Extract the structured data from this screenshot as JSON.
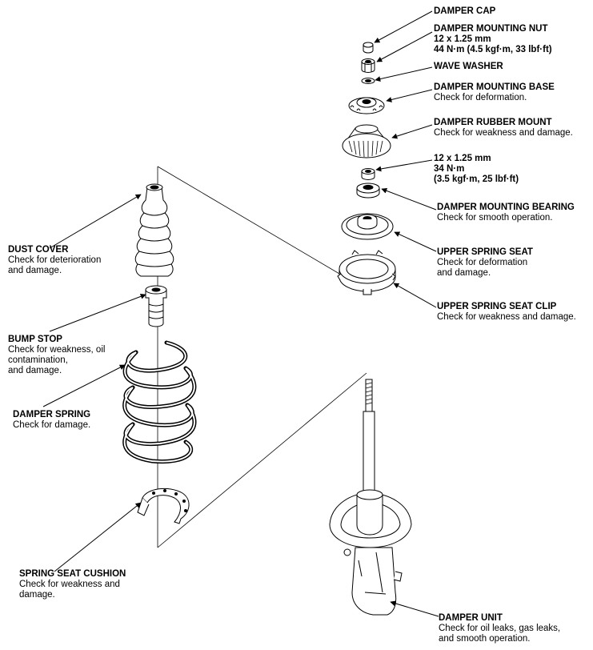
{
  "labels": {
    "damper_cap": {
      "title": "DAMPER CAP"
    },
    "damper_mounting_nut": {
      "title": "DAMPER MOUNTING NUT",
      "spec_1": "12 x 1.25 mm",
      "spec_2": "44 N·m (4.5 kgf·m, 33 lbf·ft)"
    },
    "wave_washer": {
      "title": "WAVE WASHER"
    },
    "damper_mounting_base": {
      "title": "DAMPER MOUNTING BASE",
      "desc_1": "Check for deformation."
    },
    "damper_rubber_mount": {
      "title": "DAMPER RUBBER MOUNT",
      "desc_1": "Check for weakness and damage."
    },
    "lock_nut": {
      "spec_1": "12 x 1.25 mm",
      "spec_2": "34 N·m",
      "spec_3": "(3.5 kgf·m, 25 lbf·ft)"
    },
    "damper_mounting_bearing": {
      "title": "DAMPER MOUNTING BEARING",
      "desc_1": "Check for smooth operation."
    },
    "upper_spring_seat": {
      "title": "UPPER SPRING SEAT",
      "desc_1": "Check for deformation",
      "desc_2": "and damage."
    },
    "upper_spring_seat_clip": {
      "title": "UPPER SPRING SEAT CLIP",
      "desc_1": "Check for weakness and damage."
    },
    "dust_cover": {
      "title": "DUST COVER",
      "desc_1": "Check for deterioration",
      "desc_2": "and damage."
    },
    "bump_stop": {
      "title": "BUMP STOP",
      "desc_1": "Check for weakness, oil",
      "desc_2": "contamination,",
      "desc_3": "and damage."
    },
    "damper_spring": {
      "title": "DAMPER SPRING",
      "desc_1": "Check for damage."
    },
    "spring_seat_cushion": {
      "title": "SPRING SEAT CUSHION",
      "desc_1": "Check for weakness and",
      "desc_2": "damage."
    },
    "damper_unit": {
      "title": "DAMPER UNIT",
      "desc_1": "Check for oil leaks, gas leaks,",
      "desc_2": "and smooth operation."
    }
  }
}
